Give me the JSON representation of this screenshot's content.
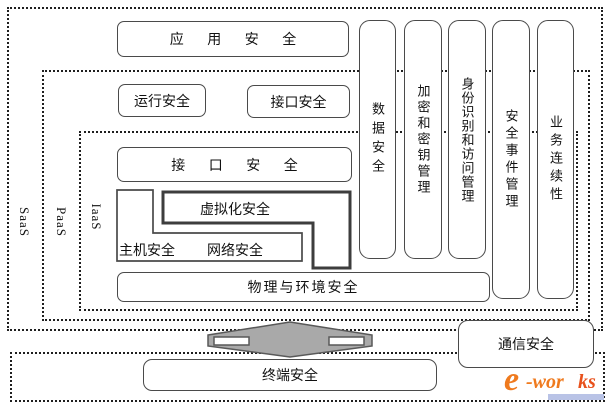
{
  "service_layers": {
    "saas": "SaaS",
    "paas": "PaaS",
    "iaas": "IaaS"
  },
  "security_boxes": {
    "application": "应 用 安 全",
    "runtime": "运行安全",
    "interface_paas": "接口安全",
    "interface_iaas": "接 口 安 全",
    "virtualization": "虚拟化安全",
    "host": "主机安全",
    "network": "网络安全",
    "physical_environment": "物理与环境安全",
    "communication": "通信安全",
    "terminal": "终端安全"
  },
  "security_columns": [
    {
      "label": "数据安全"
    },
    {
      "label": "加密和密钥管理"
    },
    {
      "label": "身份识别和访问管理"
    },
    {
      "label": "安全事件管理"
    },
    {
      "label": "业务连续性"
    }
  ],
  "logo": {
    "e_glyph": "e",
    "part1": "-wor",
    "part2": "ks"
  },
  "colors": {
    "arrow_fill": "#a9a9a9",
    "arrow_stroke": "#595959",
    "logo_orange": "#ef7a1e",
    "logo_red_orange": "#e8511c",
    "logo_blue": "#b9c3e6",
    "border_dark": "#4a4a4a"
  }
}
